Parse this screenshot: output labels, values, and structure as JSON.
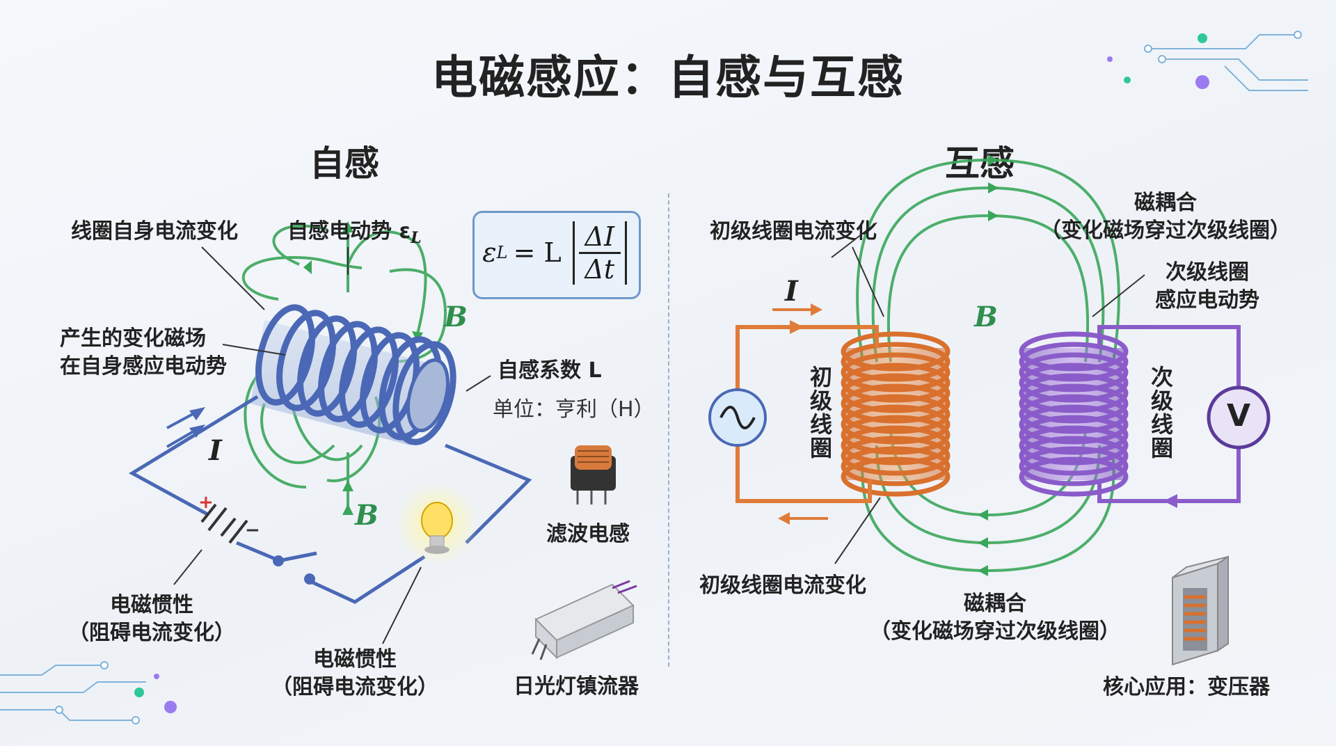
{
  "title": "电磁感应：自感与互感",
  "self": {
    "heading": "自感",
    "label_coil_current": "线圈自身电流变化",
    "label_emf": "自感电动势 ε",
    "label_emf_sub": "L",
    "label_field": "产生的变化磁场\n在自身感应电动势",
    "label_coef": "自感系数 L",
    "label_unit": "单位：亨利（H）",
    "label_inertia_left": "电磁惯性\n（阻碍电流变化）",
    "label_inertia_mid": "电磁惯性\n（阻碍电流变化）",
    "label_filter": "滤波电感",
    "label_ballast": "日光灯镇流器",
    "formula_lhs": "ε",
    "formula_lhs_sub": "L",
    "formula_eq": "= L",
    "formula_num": "ΔI",
    "formula_den": "Δt",
    "symbol_B_top": "B",
    "symbol_B_bottom": "B",
    "symbol_I": "I"
  },
  "mutual": {
    "heading": "互感",
    "label_primary_current_top": "初级线圈电流变化",
    "label_primary_current_bottom": "初级线圈电流变化",
    "label_coupling_top": "磁耦合\n（变化磁场穿过次级线圈）",
    "label_coupling_bottom": "磁耦合\n（变化磁场穿过次级线圈）",
    "label_secondary_emf": "次级线圈\n感应电动势",
    "label_primary_coil": "初级线圈",
    "label_secondary_coil": "次级线圈",
    "label_core_app": "核心应用：变压器",
    "symbol_B": "B",
    "symbol_I": "I",
    "voltmeter": "V",
    "ac_source": "~"
  },
  "colors": {
    "field": "#3aa65a",
    "solenoid": "#5b7fc4",
    "primary": "#e07b39",
    "secondary": "#8a5cc9",
    "wire": "#4a68b5",
    "accent": "#6f98c9"
  }
}
